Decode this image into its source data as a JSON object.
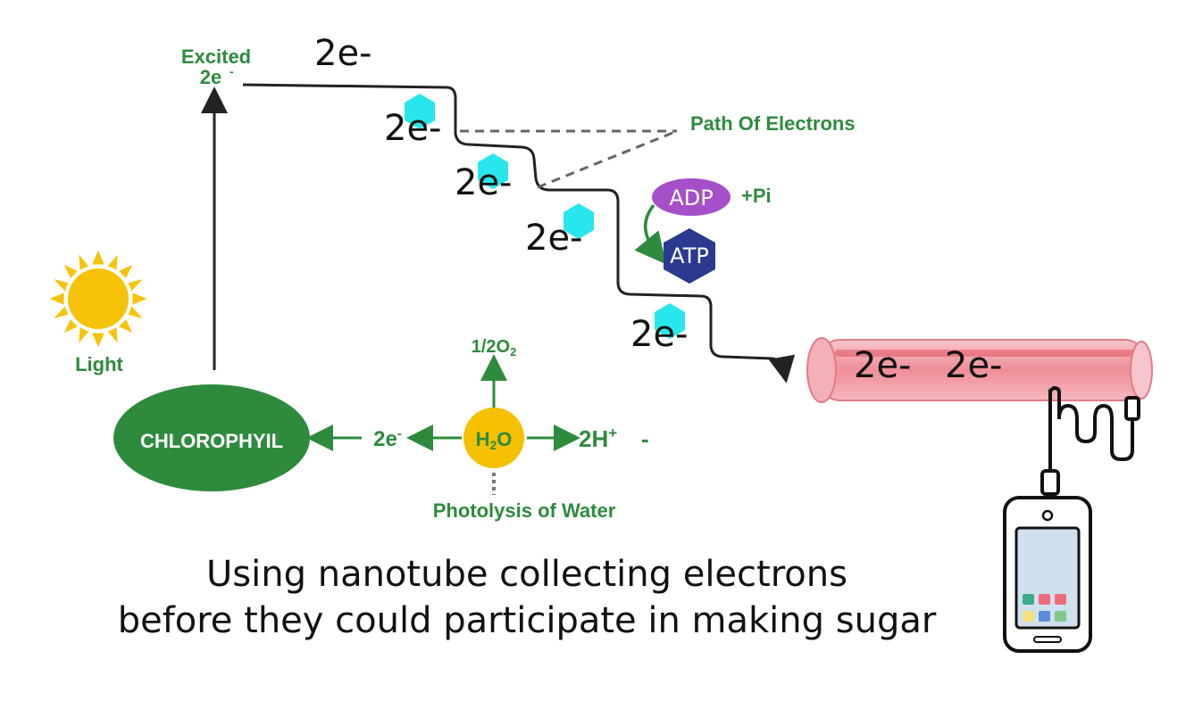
{
  "labels": {
    "excited_line1": "Excited",
    "excited_line2": "2e",
    "excited_sup": "-",
    "electron": "2e-",
    "path_of_electrons": "Path Of Electrons",
    "adp": "ADP",
    "pi": "+Pi",
    "atp": "ATP",
    "light": "Light",
    "half_o2_prefix": "1/2O",
    "half_o2_sub": "2",
    "chlorophyll": "CHLOROPHYIL",
    "water_h": "H",
    "water_sub": "2",
    "water_o": "O",
    "left_2e": "2e",
    "left_2e_sup": "-",
    "two_h": "2H",
    "two_h_sup": "+",
    "dash": "-",
    "photolysis": "Photolysis of Water"
  },
  "caption": {
    "line1": "Using nanotube collecting electrons",
    "line2": "before they could participate in making sugar"
  },
  "colors": {
    "green": "#2e8b3e",
    "chlorophyll_fill": "#2e8b3e",
    "water_fill": "#f5c000",
    "sun_fill": "#f7c20a",
    "hex_fill": "#29e6ec",
    "adp_fill": "#a54fc9",
    "atp_fill": "#2b3a8f",
    "tube_fill": "#f2a6ad"
  },
  "icons": [
    "sun-icon",
    "electron-hexagon-icon",
    "smartphone-icon",
    "cable-icon",
    "nanotube-icon"
  ]
}
